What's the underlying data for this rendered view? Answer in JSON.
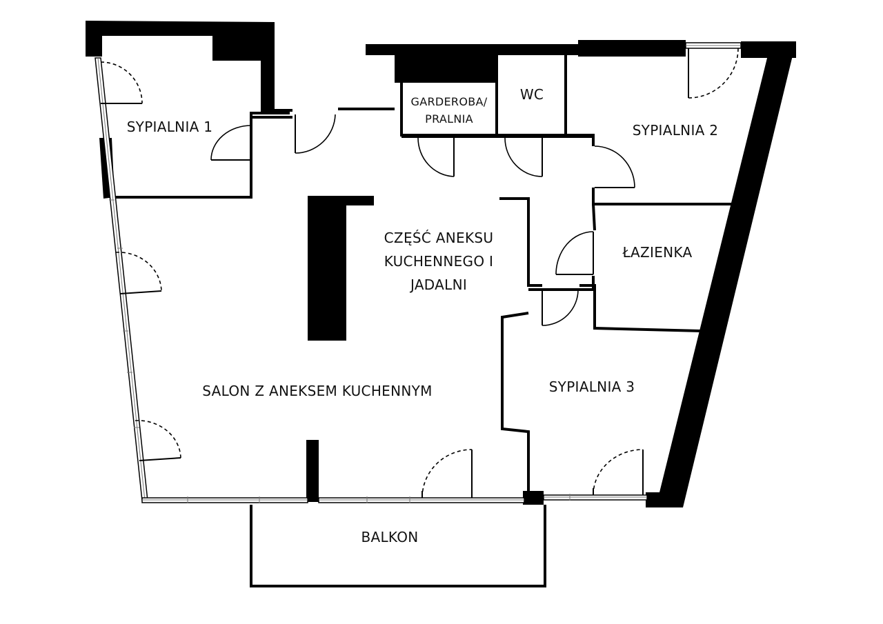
{
  "plan": {
    "rooms": {
      "sypialnia_1": "SYPIALNIA 1",
      "garderoba_line1": "GARDEROBA/",
      "garderoba_line2": "PRALNIA",
      "wc": "WC",
      "sypialnia_2": "SYPIALNIA 2",
      "aneks_line1": "CZĘŚĆ ANEKSU",
      "aneks_line2": "KUCHENNEGO I",
      "aneks_line3": "JADALNI",
      "lazienka": "ŁAZIENKA",
      "salon": "SALON Z ANEKSEM KUCHENNYM",
      "sypialnia_3": "SYPIALNIA 3",
      "balkon": "BALKON"
    },
    "colors": {
      "wall": "#000000",
      "background": "#ffffff",
      "text": "#111111"
    }
  }
}
